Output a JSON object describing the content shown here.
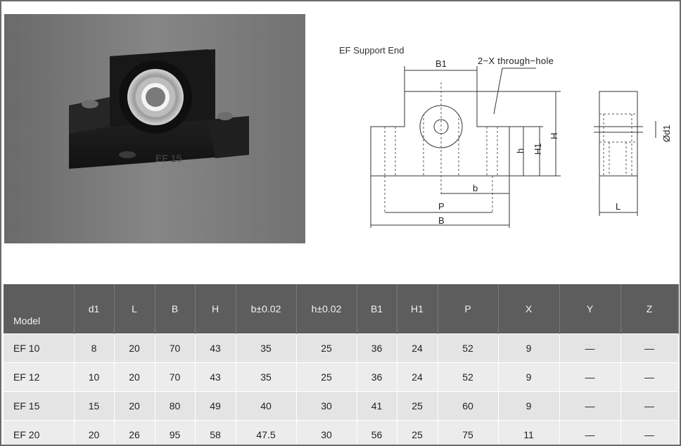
{
  "drawing": {
    "title": "EF Support End",
    "hole_label": "2−X through−hole",
    "dims": [
      "B1",
      "H",
      "H1",
      "h",
      "b",
      "P",
      "B",
      "Ød1",
      "L"
    ]
  },
  "photo": {
    "part_marking": "EF 15"
  },
  "table": {
    "headers": [
      "Model",
      "d1",
      "L",
      "B",
      "H",
      "b±0.02",
      "h±0.02",
      "B1",
      "H1",
      "P",
      "X",
      "Y",
      "Z"
    ],
    "rows": [
      [
        "EF 10",
        "8",
        "20",
        "70",
        "43",
        "35",
        "25",
        "36",
        "24",
        "52",
        "9",
        "—",
        "—"
      ],
      [
        "EF 12",
        "10",
        "20",
        "70",
        "43",
        "35",
        "25",
        "36",
        "24",
        "52",
        "9",
        "—",
        "—"
      ],
      [
        "EF 15",
        "15",
        "20",
        "80",
        "49",
        "40",
        "30",
        "41",
        "25",
        "60",
        "9",
        "—",
        "—"
      ],
      [
        "EF 20",
        "20",
        "26",
        "95",
        "58",
        "47.5",
        "30",
        "56",
        "25",
        "75",
        "11",
        "—",
        "—"
      ]
    ]
  }
}
